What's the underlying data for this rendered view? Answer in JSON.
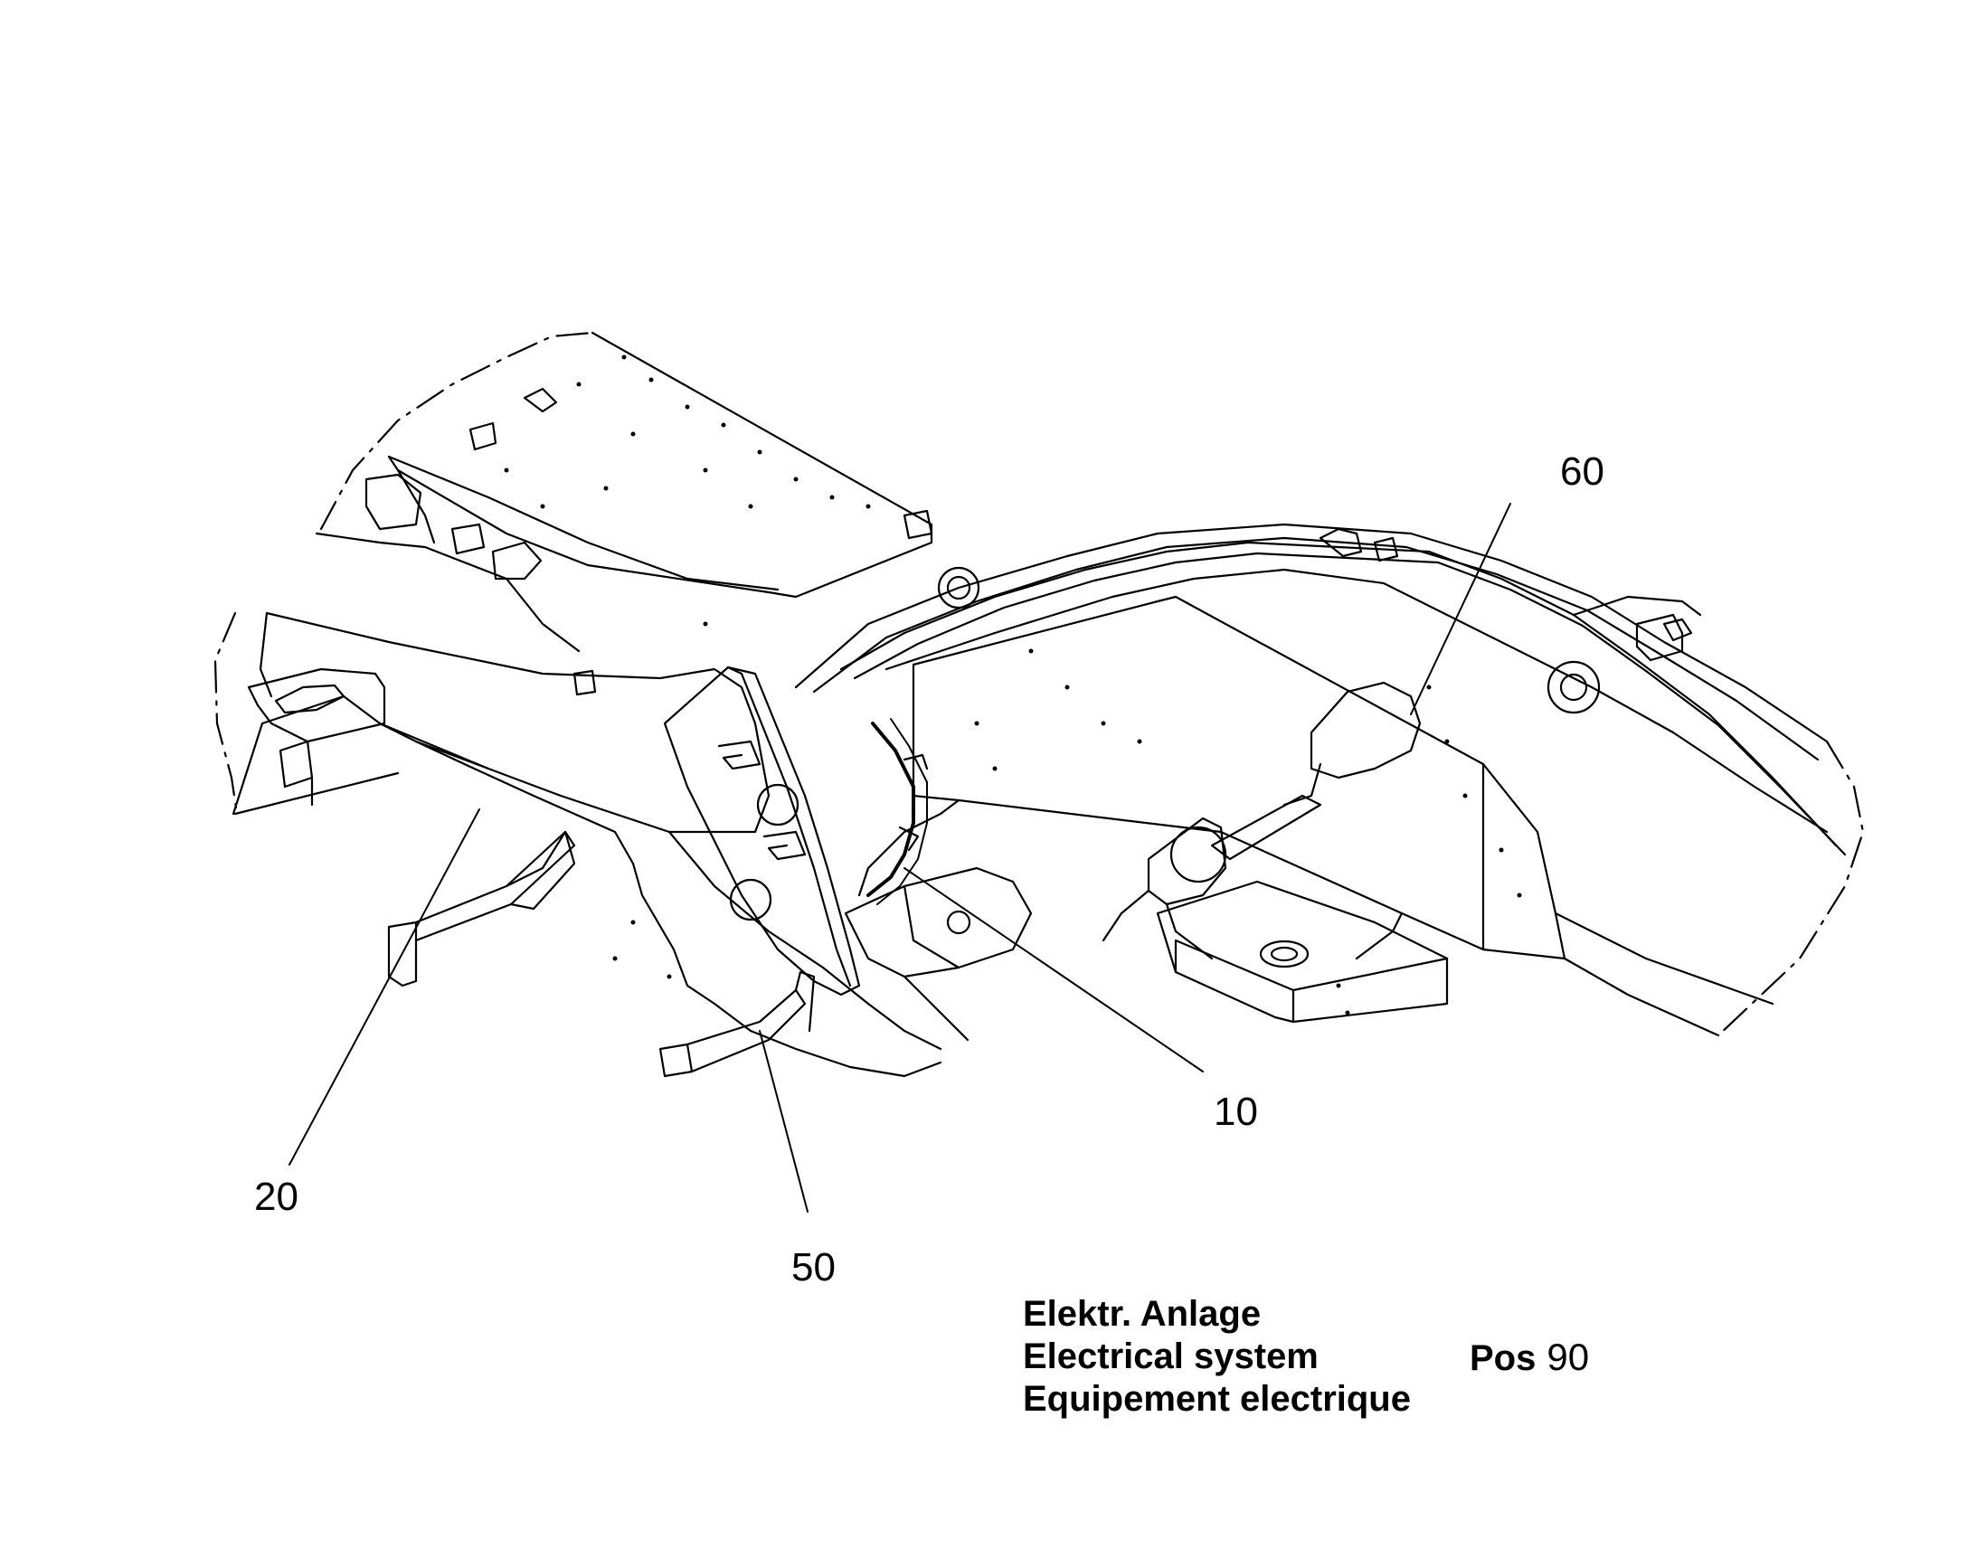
{
  "callouts": {
    "c60": "60",
    "c10": "10",
    "c20": "20",
    "c50": "50"
  },
  "title": {
    "line1": "Elektr. Anlage",
    "line2": "Electrical system",
    "line3": "Equipement electrique"
  },
  "position": {
    "label": "Pos",
    "number": "90"
  }
}
